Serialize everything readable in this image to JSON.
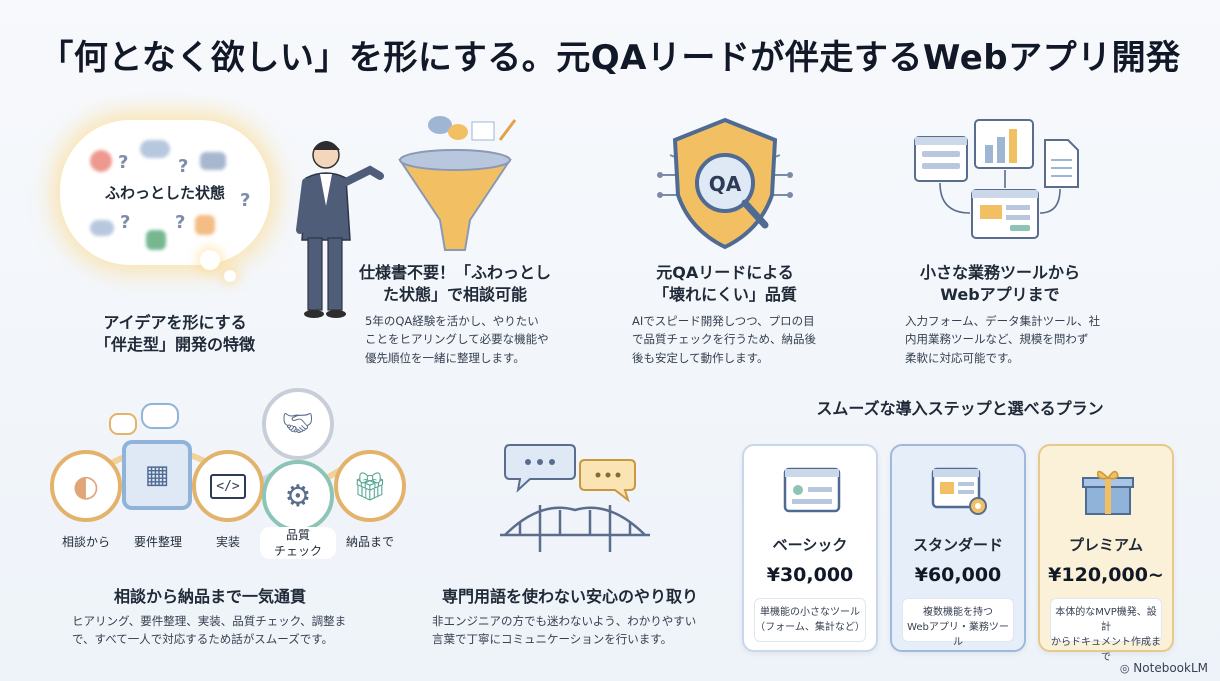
{
  "title": "「何となく欲しい」を形にする。元QAリードが伴走するWebアプリ開発",
  "cloud": {
    "label": "ふわっとした状態",
    "caption_line1": "アイデアを形にする",
    "caption_line2": "「伴走型」開発の特徴"
  },
  "feature1": {
    "heading_line1": "仕様書不要！「ふわっとし",
    "heading_line2": "た状態」で相談可能",
    "body_line1": "5年のQA経験を活かし、やりたい",
    "body_line2": "ことをヒアリングして必要な機能や",
    "body_line3": "優先順位を一緒に整理します。"
  },
  "feature2": {
    "badge": "QA",
    "heading_line1": "元QAリードによる",
    "heading_line2": "「壊れにくい」品質",
    "body_line1": "AIでスピード開発しつつ、プロの目",
    "body_line2": "で品質チェックを行うため、納品後",
    "body_line3": "後も安定して動作します。"
  },
  "feature3": {
    "heading_line1": "小さな業務ツールから",
    "heading_line2": "Webアプリまで",
    "body_line1": "入力フォーム、データ集計ツール、社",
    "body_line2": "内用業務ツールなど、規模を問わず",
    "body_line3": "柔軟に対応可能です。"
  },
  "steps": {
    "items": [
      "相談から",
      "要件整理",
      "実装",
      "品質",
      "チェック",
      "納品まで"
    ],
    "heading": "相談から納品まで一気通貫",
    "body_line1": "ヒアリング、要件整理、実装、品質チェック、調整ま",
    "body_line2": "で、すべて一人で対応するため話がスムーズです。"
  },
  "communication": {
    "heading": "専門用語を使わない安心のやり取り",
    "body_line1": "非エンジニアの方でも迷わないよう、わかりやすい",
    "body_line2": "言葉で丁寧にコミュニケーションを行います。"
  },
  "plans": {
    "heading": "スムーズな導入ステップと選べるプラン",
    "items": [
      {
        "name": "ベーシック",
        "price": "¥30,000",
        "desc_line1": "単機能の小さなツール",
        "desc_line2": "（フォーム、集計など）"
      },
      {
        "name": "スタンダード",
        "price": "¥60,000",
        "desc_line1": "複数機能を持つ",
        "desc_line2": "Webアプリ・業務ツール"
      },
      {
        "name": "プレミアム",
        "price": "¥120,000~",
        "desc_line1": "本体的なMVP機発、設計",
        "desc_line2": "からドキュメント作成まで"
      }
    ]
  },
  "footer": {
    "brand": "NotebookLM"
  },
  "colors": {
    "accent_orange": "#e3b26b",
    "accent_blue": "#8fb3d9",
    "accent_teal": "#8cc5b5",
    "premium_bg": "#fbf0d8",
    "standard_bg": "#e6eef9"
  }
}
